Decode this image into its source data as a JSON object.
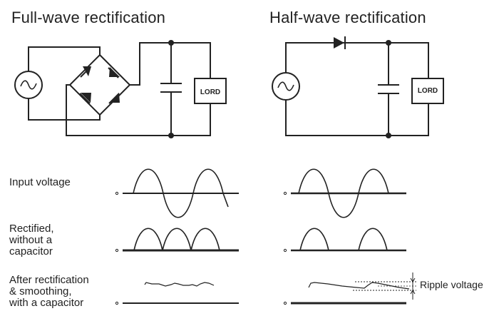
{
  "titles": {
    "full_wave": "Full-wave rectification",
    "half_wave": "Half-wave rectification"
  },
  "load_label": "LORD",
  "rows": {
    "input": "Input voltage",
    "rectified": "Rectified,\nwithout a\ncapacitor",
    "smoothed": "After rectification\n& smoothing,\nwith a capacitor"
  },
  "zero_mark": "0",
  "ripple_label": "Ripple voltage"
}
